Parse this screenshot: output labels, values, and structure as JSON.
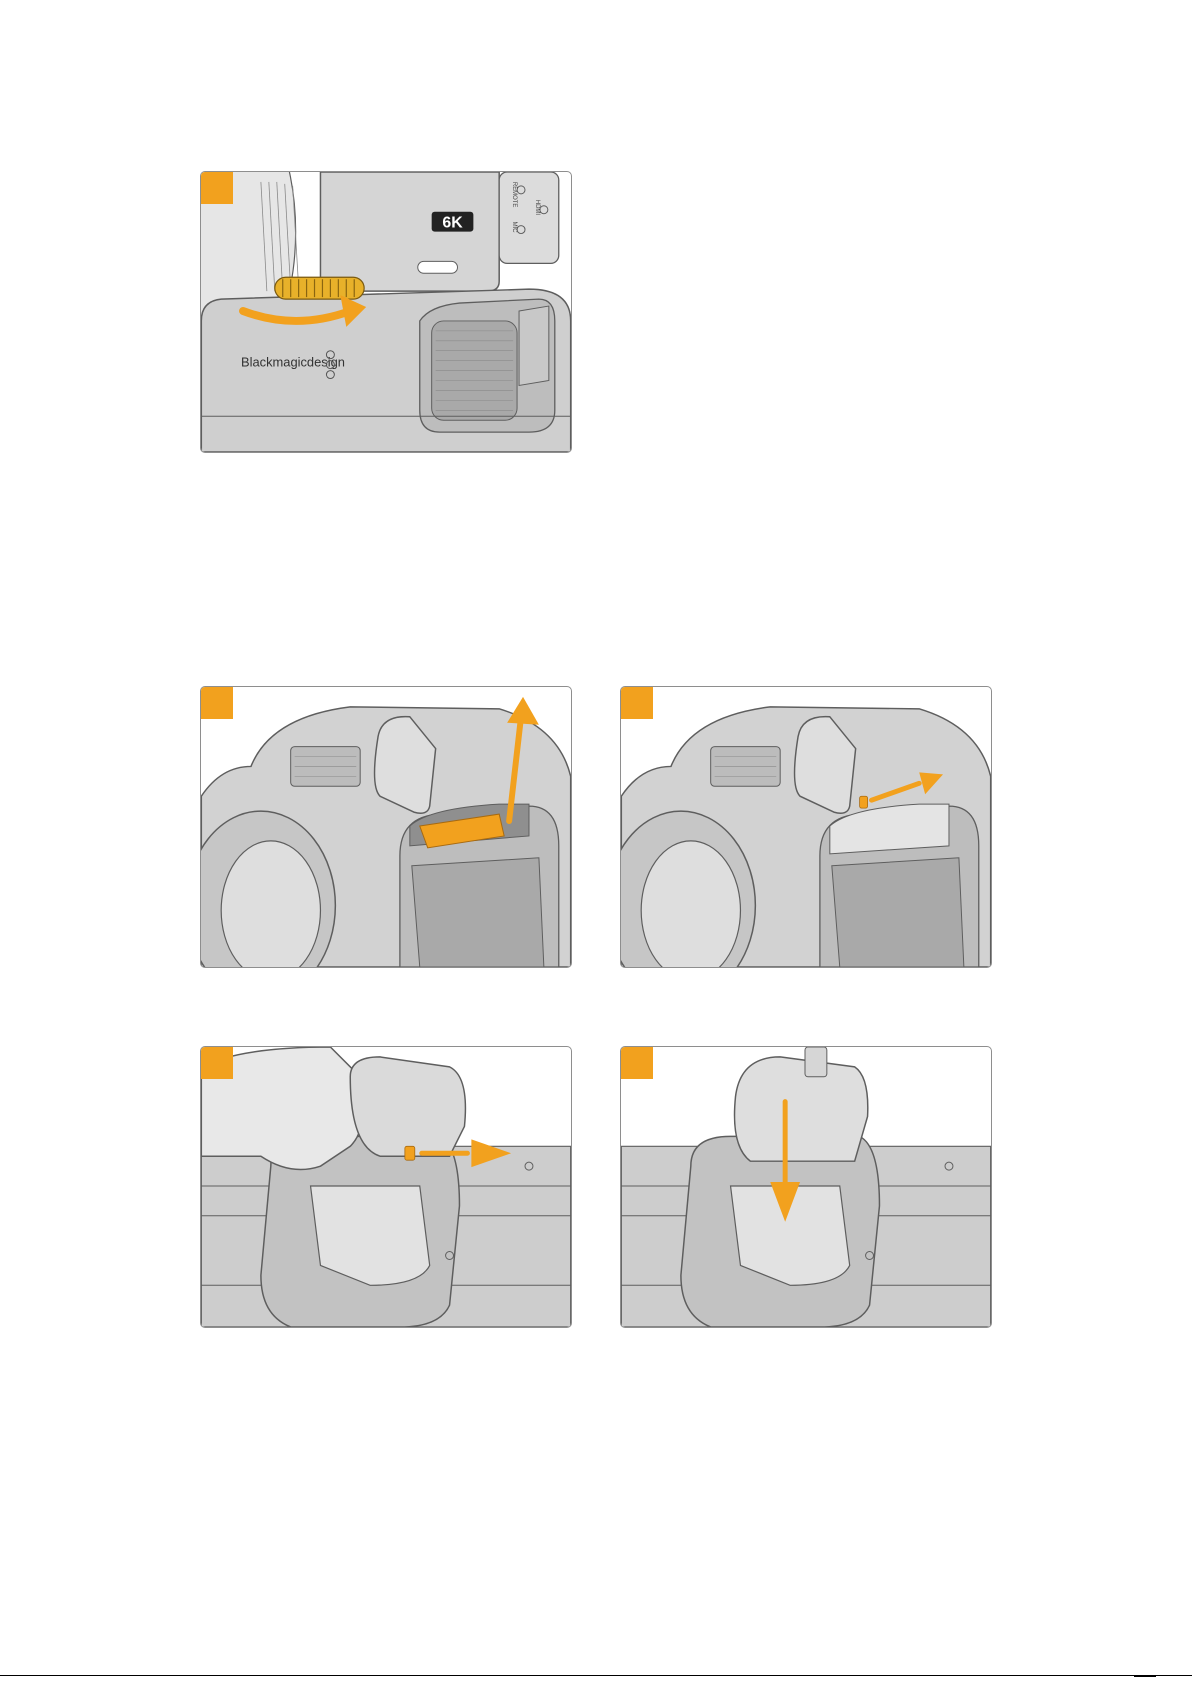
{
  "figures": [
    {
      "id": "dial",
      "logo_text": "Blackmagicdesign",
      "model_badge": "6K",
      "port_labels": [
        "REMOTE",
        "HDMI",
        "MIC"
      ]
    },
    {
      "id": "lift-battery"
    },
    {
      "id": "release-door"
    },
    {
      "id": "slide-door"
    },
    {
      "id": "press-door"
    }
  ],
  "colors": {
    "accent": "#f2a11e",
    "line": "#5e5e5e",
    "body": "#cfcfcf",
    "frame": "#8e8e8e"
  }
}
